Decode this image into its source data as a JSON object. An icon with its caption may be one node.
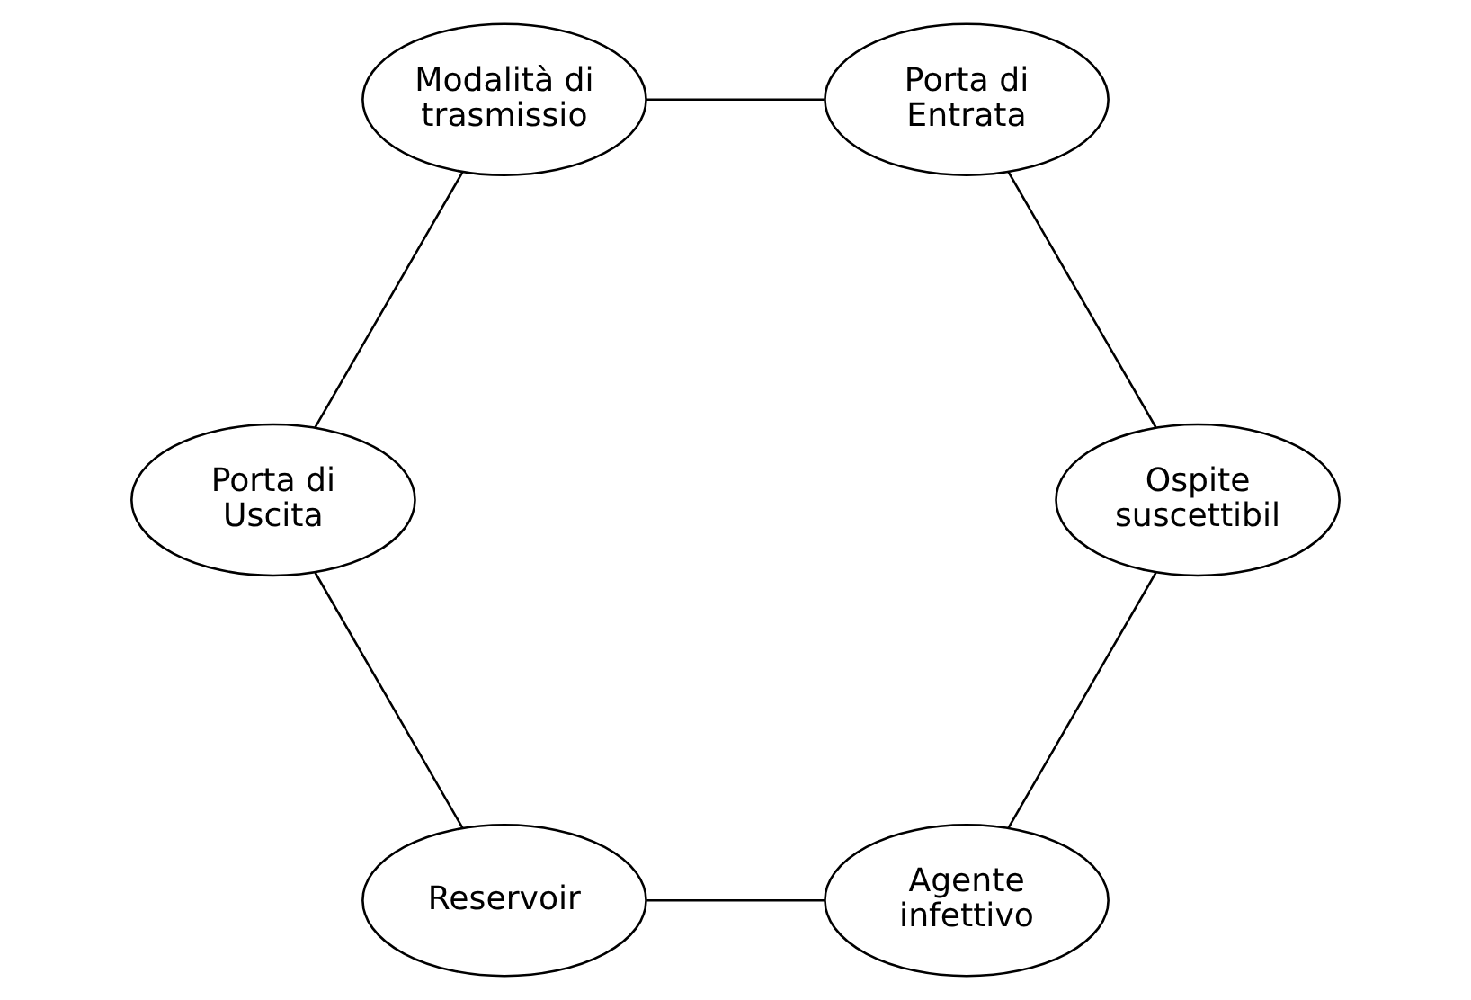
{
  "diagram": {
    "nodes": [
      {
        "text": [
          "Agente infettivo"
        ]
      },
      {
        "text": [
          "Ospite suscettibil"
        ]
      },
      {
        "text": [
          "Reservoir"
        ]
      },
      {
        "text": [
          "Porta di Entrata"
        ]
      },
      {
        "text": [
          "Porta di Uscita"
        ]
      },
      {
        "text": [
          "Modalità di trasmissio"
        ]
      }
    ],
    "edges": [
      {
        "from": 0,
        "to": 2,
        "arrow": "none"
      },
      {
        "from": 2,
        "to": 4,
        "arrow": "none"
      },
      {
        "from": 4,
        "to": 5,
        "arrow": "none"
      },
      {
        "from": 5,
        "to": 3,
        "arrow": "none"
      },
      {
        "from": 3,
        "to": 1,
        "arrow": "none"
      },
      {
        "from": 1,
        "to": 0,
        "arrow": "none"
      }
    ]
  }
}
